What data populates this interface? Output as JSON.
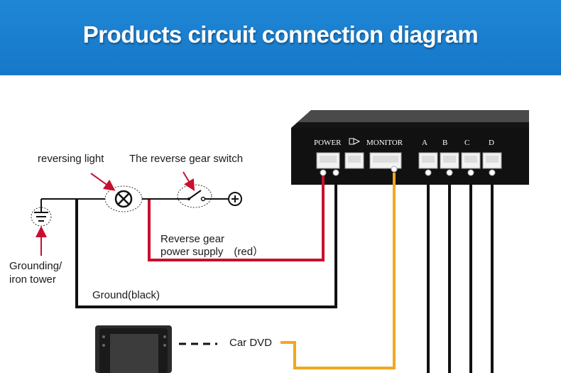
{
  "banner": {
    "title": "Products circuit connection diagram"
  },
  "control_box": {
    "ports": {
      "power": "POWER",
      "monitor": "MONITOR",
      "a": "A",
      "b": "B",
      "c": "C",
      "d": "D"
    }
  },
  "labels": {
    "reversing_light": "reversing light",
    "reverse_gear_switch": "The reverse gear switch",
    "reverse_gear_supply_line1": "Reverse gear",
    "reverse_gear_supply_line2": "power supply　(red）",
    "grounding_line1": "Grounding/",
    "grounding_line2": "iron tower",
    "ground_black": "Ground(black)",
    "car_dvd": "Car DVD"
  },
  "colors": {
    "banner": "#1a80d0",
    "red_wire": "#c8102e",
    "black_wire": "#111111",
    "yellow_wire": "#f0a81c",
    "arrow": "#c8102e"
  }
}
